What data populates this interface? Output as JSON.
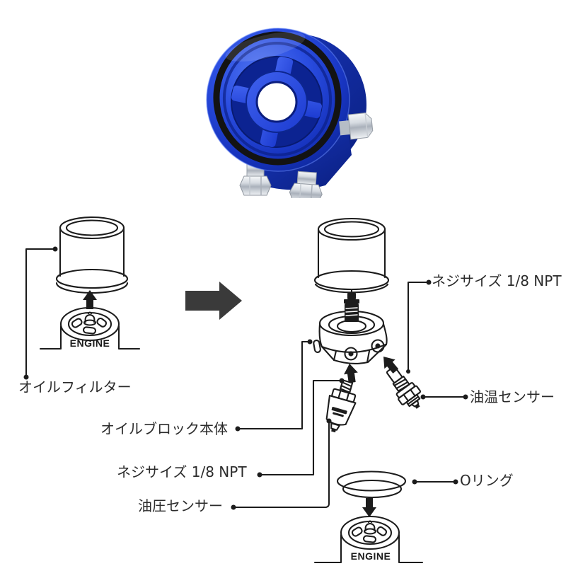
{
  "product_photo": {
    "description": "blue anodized oil filter sandwich plate adapter with black O-ring, chrome side plug and two chrome sensor fittings",
    "body_color": "#2447dd",
    "oring_color": "#131313",
    "chrome_color": "#d6dbe1"
  },
  "before_diagram": {
    "engine_label": "ENGINE",
    "oil_filter_label": "オイルフィルター"
  },
  "transition": {
    "arrow_color": "#3a3a3a"
  },
  "after_diagram": {
    "engine_label": "ENGINE",
    "labels": {
      "thread_size_top": "ネジサイズ 1/8 NPT",
      "oil_temp_sensor": "油温センサー",
      "oil_block_body": "オイルブロック本体",
      "thread_size_left": "ネジサイズ 1/8 NPT",
      "oil_pressure_sensor": "油圧センサー",
      "o_ring": "Oリング"
    }
  },
  "line_color": "#1c1c1c"
}
